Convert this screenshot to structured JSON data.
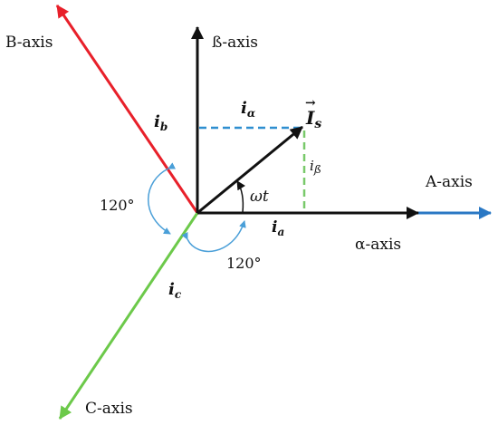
{
  "axes": {
    "a_axis": "A-axis",
    "b_axis": "B-axis",
    "c_axis": "C-axis",
    "alpha_axis": "α-axis",
    "beta_axis": "ß-axis"
  },
  "currents": {
    "i_alpha": {
      "base": "i",
      "sub": "α"
    },
    "i_beta": {
      "base": "i",
      "sub": "ß"
    },
    "i_a": {
      "base": "i",
      "sub": "a"
    },
    "i_b": {
      "base": "i",
      "sub": "b"
    },
    "i_c": {
      "base": "i",
      "sub": "c"
    },
    "space_vector": {
      "base": "I",
      "sub": "s",
      "accent": "→"
    }
  },
  "angles": {
    "omega_t": "ωt",
    "angle_upper": "120°",
    "angle_lower": "120°"
  },
  "colors": {
    "black": "#111111",
    "red": "#e8202a",
    "green": "#6cc94a",
    "blue": "#2a78c4",
    "dashed_blue": "#2f8fd0",
    "dashed_green": "#79c96a",
    "arc": "#4a9fd8"
  }
}
